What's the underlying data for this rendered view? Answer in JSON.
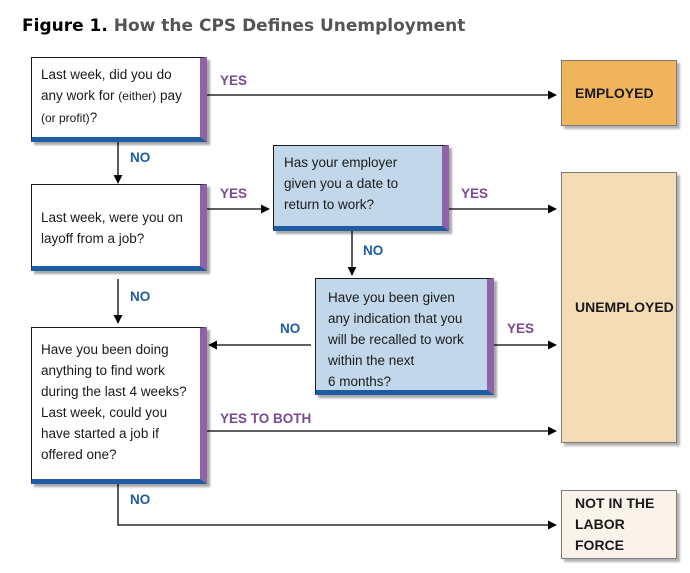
{
  "title": {
    "figure": "Figure 1.",
    "text": "How the CPS Defines Unemployment"
  },
  "boxes": {
    "q1": {
      "lines": [
        "Last week, did you do",
        "any work for ",
        "(either)",
        " pay",
        "(or profit)",
        "?"
      ]
    },
    "q2": {
      "lines": [
        "Last week, were you on",
        "layoff from a job?"
      ]
    },
    "q3": {
      "lines": [
        "Has your employer",
        "given you a date to",
        "return to work?"
      ]
    },
    "q4": {
      "lines": [
        "Have you been given",
        "any indication that you",
        "will be recalled to work",
        "within the next",
        "6 months?"
      ]
    },
    "q5": {
      "lines": [
        "Have you been doing",
        "anything to find work",
        "during the last 4 weeks?",
        "Last week, could you",
        "have started a job if",
        "offered one?"
      ]
    }
  },
  "outcomes": {
    "employed": "EMPLOYED",
    "unemployed": "UNEMPLOYED",
    "nilf_line1": "NOT IN THE",
    "nilf_line2": "LABOR FORCE"
  },
  "labels": {
    "yes": "YES",
    "no": "NO",
    "yes_to_both": "YES TO BOTH"
  },
  "colors": {
    "employed": "#efb45c",
    "unemployed": "#f4dcb7",
    "nilf": "#fbf3e9",
    "question_blue": "#c2d8ea",
    "yes_label": "#7a4a93",
    "no_label": "#1e5ca3",
    "accent_right": "#8f63a8",
    "accent_bottom": "#1e5ca3"
  }
}
